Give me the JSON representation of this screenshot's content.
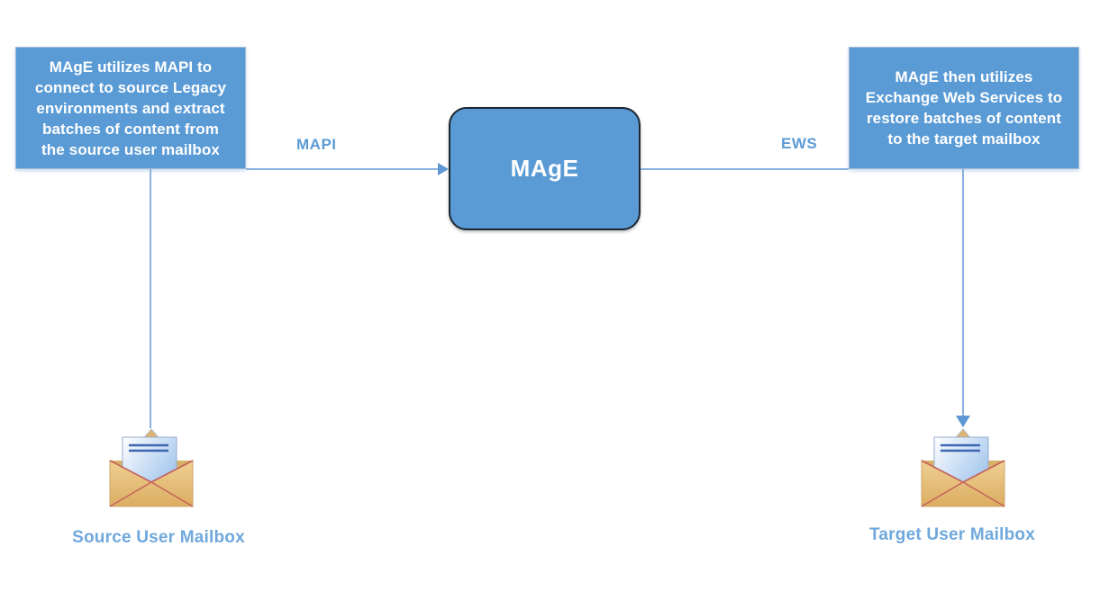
{
  "nodes": {
    "left_box": {
      "text": "MAgE utilizes MAPI to\nconnect to source Legacy\nenvironments and extract\nbatches of content from\nthe source user mailbox"
    },
    "center_box": {
      "label": "MAgE"
    },
    "right_box": {
      "text": "MAgE then utilizes\nExchange Web Services to\nrestore batches of content\nto the target mailbox"
    }
  },
  "connectors": {
    "mapi_label": "MAPI",
    "ews_label": "EWS"
  },
  "mailboxes": {
    "source_label": "Source User Mailbox",
    "target_label": "Target User Mailbox"
  },
  "icons": {
    "source": "open-envelope-icon",
    "target": "open-envelope-icon"
  },
  "colors": {
    "box_fill": "#5B9BD5",
    "box_text": "#FFFFFF",
    "center_box_border": "#1E2833",
    "connector_line": "#8BB2E0",
    "arrowhead": "#5E97D2",
    "connector_label_text": "#5B9BD5",
    "mailbox_label_text": "#6FA8DC",
    "envelope_body": "#E4BC74",
    "envelope_red_edge": "#C4615C",
    "letter_fill_gradient_end": "#A9CAEE",
    "letter_line": "#3E66B0"
  }
}
